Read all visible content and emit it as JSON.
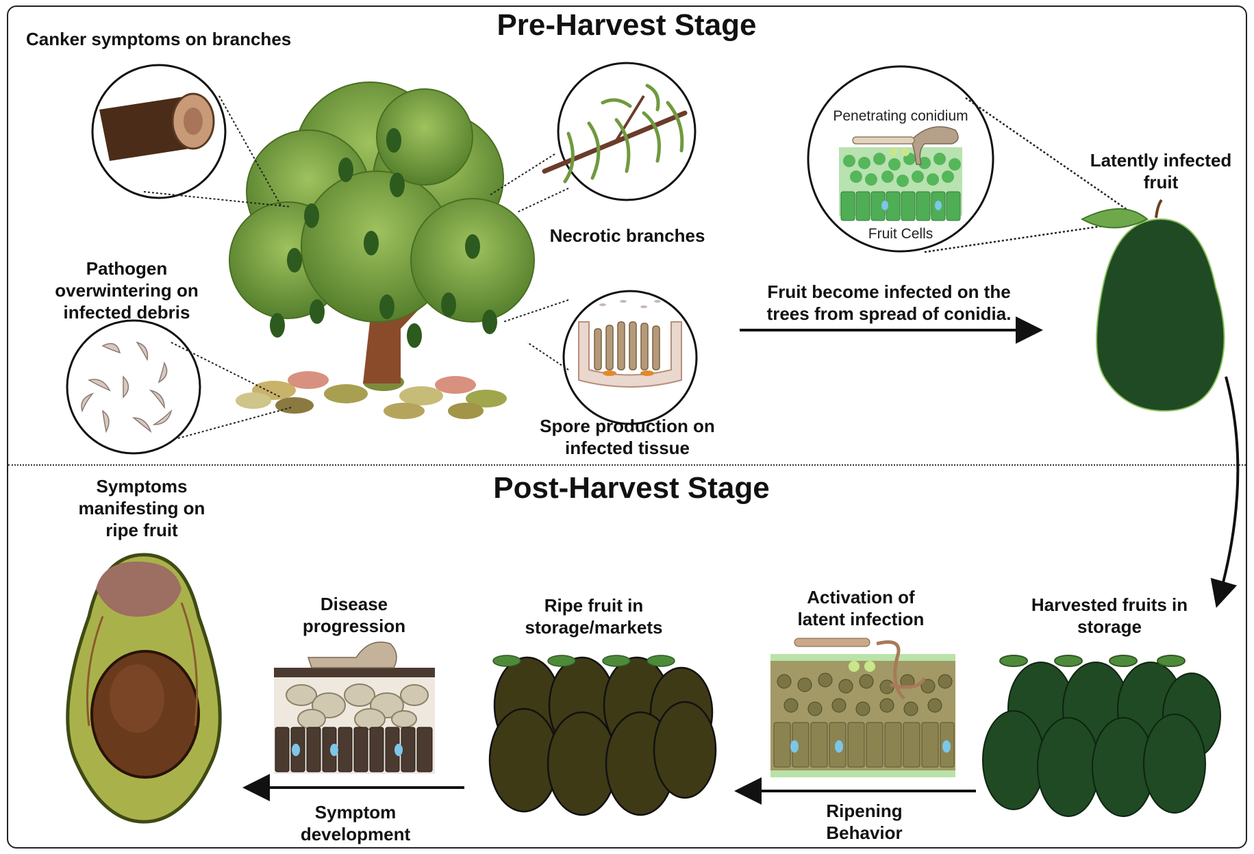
{
  "pre_harvest": {
    "title": "Pre-Harvest Stage",
    "labels": {
      "canker": "Canker symptoms on branches",
      "necrotic": "Necrotic branches",
      "pathogen_l1": "Pathogen",
      "pathogen_l2": "overwintering on",
      "pathogen_l3": "infected debris",
      "spore_l1": "Spore production on",
      "spore_l2": "infected tissue",
      "penetrating": "Penetrating conidium",
      "fruit_cells": "Fruit Cells",
      "latent_l1": "Latently infected",
      "latent_l2": "fruit",
      "spread_l1": "Fruit become infected on the",
      "spread_l2": "trees from spread of conidia."
    }
  },
  "post_harvest": {
    "title": "Post-Harvest Stage",
    "labels": {
      "symptoms_l1": "Symptoms",
      "symptoms_l2": "manifesting on",
      "symptoms_l3": "ripe fruit",
      "disease_l1": "Disease",
      "disease_l2": "progression",
      "ripe_l1": "Ripe fruit in",
      "ripe_l2": "storage/markets",
      "activation_l1": "Activation of",
      "activation_l2": "latent infection",
      "harvested_l1": "Harvested fruits in",
      "harvested_l2": "storage",
      "symptom_dev_l1": "Symptom",
      "symptom_dev_l2": "development",
      "ripening_l1": "Ripening",
      "ripening_l2": "Behavior"
    }
  },
  "colors": {
    "tree_green": "#6e9a3c",
    "avocado_dark": "#1f4a24",
    "avocado_olive": "#3e3a16",
    "ripe_flesh": "#a9b24a",
    "seed_brown": "#6a3a1c",
    "lesion": "#9d6e62"
  }
}
